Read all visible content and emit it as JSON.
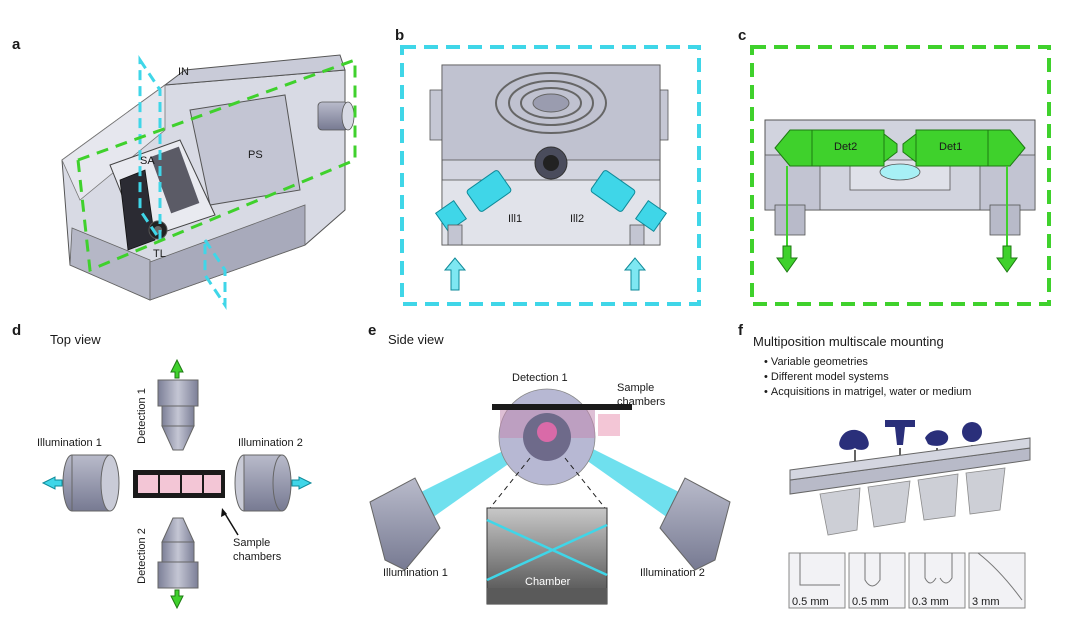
{
  "panels": {
    "a": {
      "letter": "a",
      "labels": {
        "in": "IN",
        "sa": "SA",
        "ps": "PS",
        "tl": "TL"
      }
    },
    "b": {
      "letter": "b",
      "labels": {
        "ill1": "Ill1",
        "ill2": "Ill2"
      }
    },
    "c": {
      "letter": "c",
      "labels": {
        "det2": "Det2",
        "det1": "Det1"
      }
    },
    "d": {
      "letter": "d",
      "title": "Top view",
      "labels": {
        "detection1": "Detection 1",
        "detection2": "Detection 2",
        "illumination1": "Illumination 1",
        "illumination2": "Illumination 2",
        "sample_chambers": [
          "Sample",
          "chambers"
        ]
      }
    },
    "e": {
      "letter": "e",
      "title": "Side view",
      "labels": {
        "detection1": "Detection 1",
        "sample_chambers": [
          "Sample",
          "chambers"
        ],
        "illumination1": "Illumination 1",
        "illumination2": "Illumination 2",
        "chamber": "Chamber"
      }
    },
    "f": {
      "letter": "f",
      "title": "Multiposition multiscale mounting",
      "bullets": [
        "Variable geometries",
        "Different model systems",
        "Acquisitions in matrigel, water or medium"
      ],
      "scales": [
        "0.5 mm",
        "0.5 mm",
        "0.3 mm",
        "3 mm"
      ]
    }
  },
  "colors": {
    "cyan": "#3fd6e8",
    "green": "#3fd12c",
    "metal": "#8f91a8",
    "pink": "#f3c6d6"
  }
}
